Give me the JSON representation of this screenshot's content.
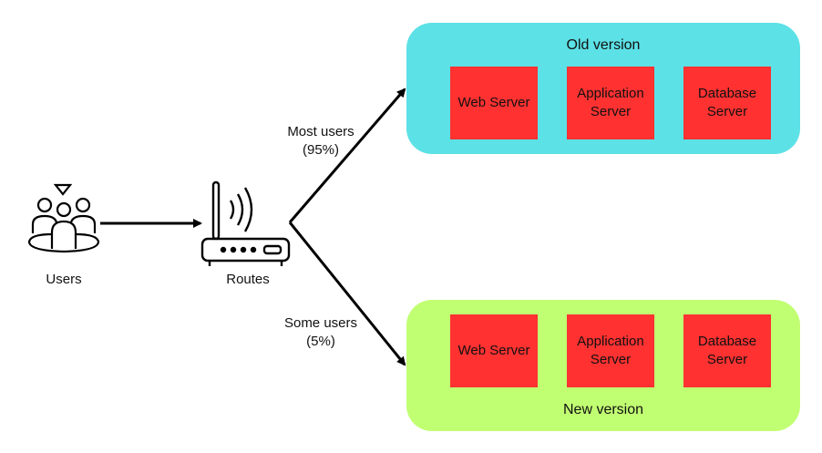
{
  "colors": {
    "old_box": "#5ce1e6",
    "new_box": "#c1ff72",
    "server": "#ff3131",
    "ink": "#000000"
  },
  "icons": {
    "users": "users-group-icon",
    "router": "wifi-router-icon"
  },
  "nodes": {
    "users_label": "Users",
    "routes_label": "Routes"
  },
  "edges": {
    "most": {
      "line1": "Most users",
      "line2": "(95%)"
    },
    "some": {
      "line1": "Some users",
      "line2": "(5%)"
    }
  },
  "old_version": {
    "title": "Old version",
    "servers": [
      {
        "line1": "Web Server",
        "line2": ""
      },
      {
        "line1": "Application",
        "line2": "Server"
      },
      {
        "line1": "Database",
        "line2": "Server"
      }
    ]
  },
  "new_version": {
    "title": "New version",
    "servers": [
      {
        "line1": "Web Server",
        "line2": ""
      },
      {
        "line1": "Application",
        "line2": "Server"
      },
      {
        "line1": "Database",
        "line2": "Server"
      }
    ]
  }
}
